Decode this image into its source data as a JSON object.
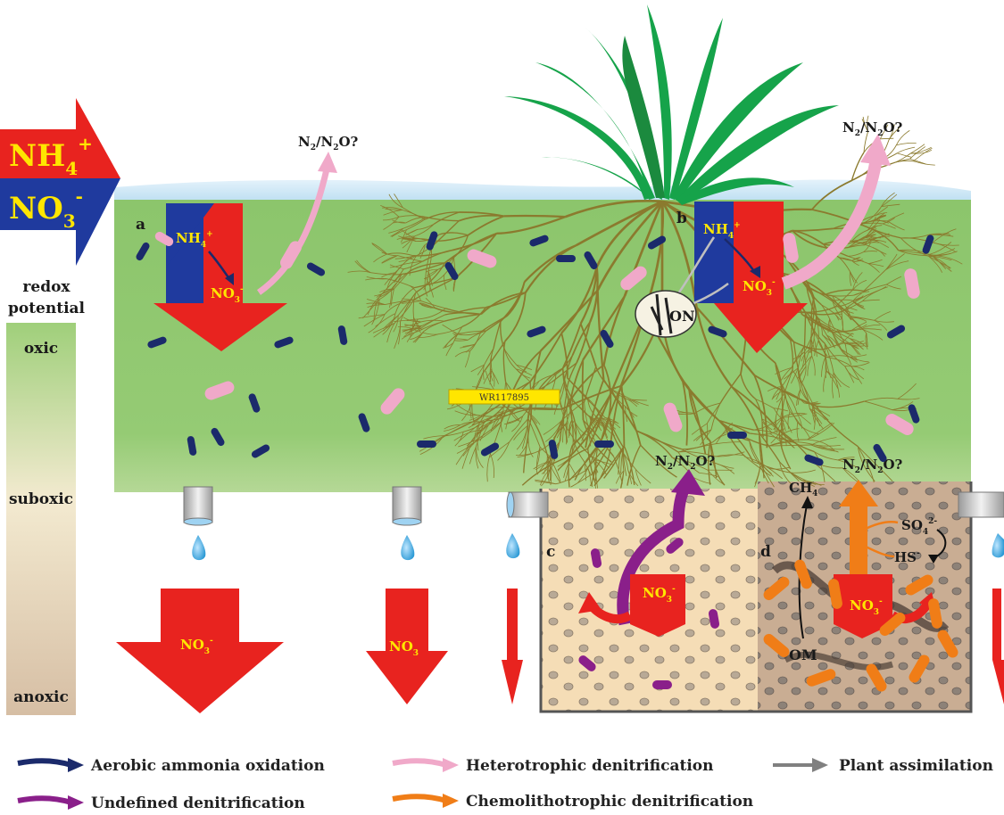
{
  "influent": {
    "ammonium": "NH",
    "ammonium_sub": "4",
    "ammonium_sup": "+",
    "nitrate": "NO",
    "nitrate_sub": "3",
    "nitrate_sup": "-"
  },
  "redox": {
    "title_line1": "redox",
    "title_line2": "potential",
    "levels": [
      "oxic",
      "suboxic",
      "anoxic"
    ]
  },
  "panels": {
    "a": "a",
    "b": "b",
    "c": "c",
    "d": "d"
  },
  "chem": {
    "nh4": "NH",
    "nh4_sub": "4",
    "nh4_sup": "+",
    "no3": "NO",
    "no3_sub": "3",
    "no3_sup": "-",
    "n2": "N",
    "n2_sub": "2",
    "n2o_mid": "/N",
    "n2o_sub": "2",
    "n2o_end": "O?",
    "on": "ON",
    "ch4": "CH",
    "ch4_sub": "4",
    "so4": "SO",
    "so4_sub": "4",
    "so4_sup": "2-",
    "hs": "HS",
    "hs_sup": "-",
    "om": "OM"
  },
  "watermark": "WR117895",
  "legend": [
    {
      "label": "Aerobic ammonia oxidation",
      "color": "#1b2a6b"
    },
    {
      "label": "Heterotrophic denitrification",
      "color": "#f0a9c9"
    },
    {
      "label": "Plant assimilation",
      "color": "#808080"
    },
    {
      "label": "Undefined denitrification",
      "color": "#8a1f8a"
    },
    {
      "label": "Chemolithotrophic denitrification",
      "color": "#f07d17"
    }
  ],
  "colors": {
    "wetland_green": "#8fc86d",
    "nitrate_red": "#e8231f",
    "ammonium_blue": "#1f3a9e",
    "root_brown": "#8b7a2e",
    "plant_green": "#16a34a"
  }
}
